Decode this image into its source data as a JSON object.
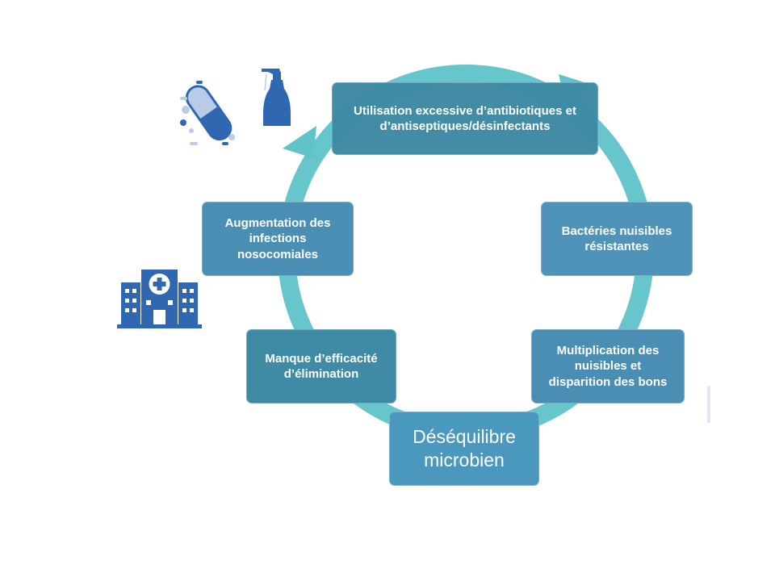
{
  "diagram": {
    "center": {
      "label": "Déséquilibre\nmicrobien"
    },
    "nodes": [
      {
        "id": "top",
        "label": "Utilisation excessive d’antibiotiques et\nd’antiseptiques/désinfectants"
      },
      {
        "id": "right",
        "label": "Bactéries nuisibles\nrésistantes"
      },
      {
        "id": "bottom-right",
        "label": "Multiplication des\nnuisibles et\ndisparition des bons"
      },
      {
        "id": "left",
        "label": "Manque d’efficacité\nd’élimination"
      },
      {
        "id": "top-left",
        "label": "Augmentation des\ninfections\nnosocomiales"
      }
    ],
    "colors": {
      "ring": "#5fc3c9",
      "node_dark": "#3c8aa3",
      "node_mid": "#4a8fb3",
      "icon_blue": "#2f67b1",
      "pill_light": "#b9cbe6"
    },
    "icons": [
      "pill-capsule-icon",
      "spray-bottle-icon",
      "hospital-building-icon"
    ]
  }
}
